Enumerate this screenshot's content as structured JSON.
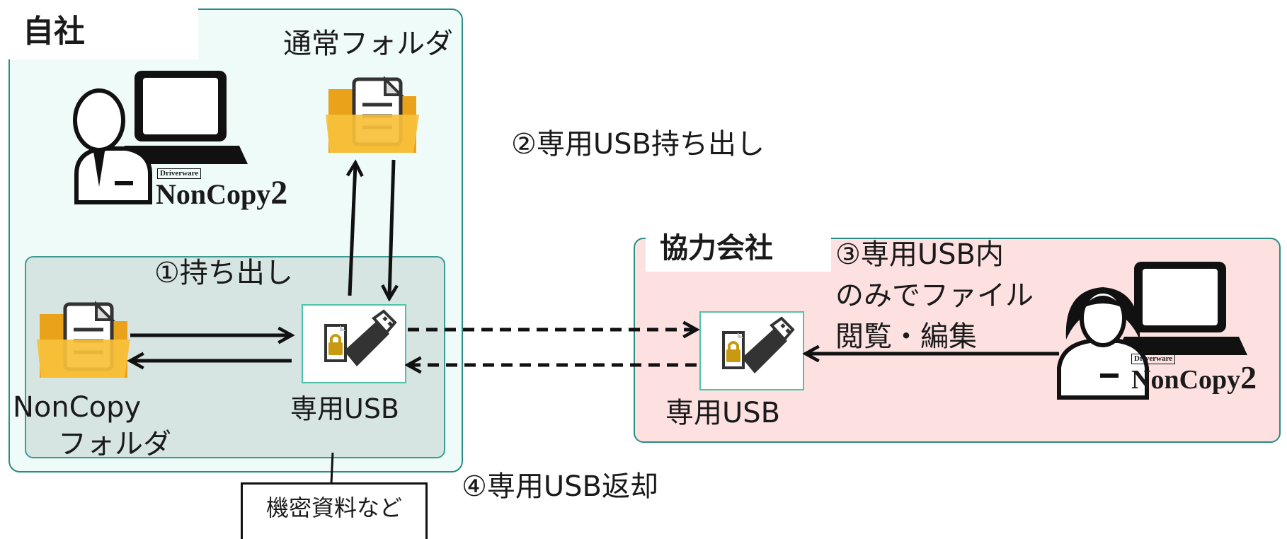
{
  "company": {
    "label": "自社"
  },
  "partner": {
    "label": "協力会社"
  },
  "normal_folder": {
    "label": "通常フォルダ"
  },
  "noncopy_folder": {
    "label_line1": "NonCopy",
    "label_line2": "フォルダ"
  },
  "usb_company": {
    "label": "専用USB"
  },
  "usb_partner": {
    "label": "専用USB"
  },
  "steps": {
    "step1": "①持ち出し",
    "step2": "②専用USB持ち出し",
    "step3_line1": "③専用USB内",
    "step3_line2": "のみでファイル",
    "step3_line3": "閲覧・編集",
    "step4": "④専用USB返却"
  },
  "note": {
    "label": "機密資料など"
  },
  "logo": {
    "brand_small": "Driverware",
    "product": "NonCopy",
    "version": "2"
  },
  "colors": {
    "company_bg": "#eefbf8",
    "company_border": "#2a8c84",
    "inner_bg": "#d6e5e2",
    "partner_bg": "#fde1e1",
    "usb_border": "#4fc3a8",
    "folder": "#f5b323"
  }
}
